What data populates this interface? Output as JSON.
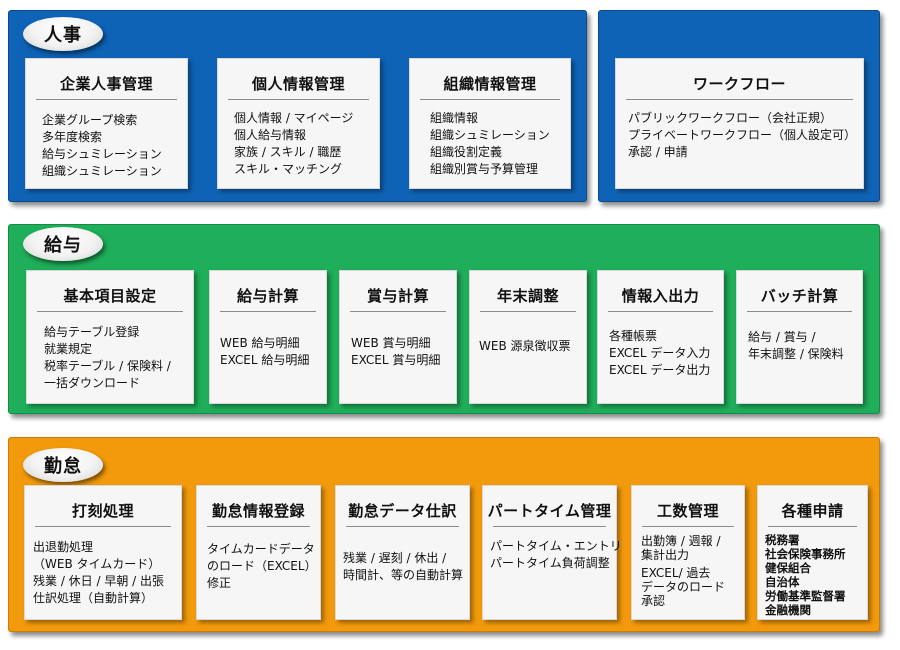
{
  "sections": {
    "hr": {
      "label": "人事",
      "cards": [
        {
          "title": "企業人事管理",
          "items": [
            "企業グループ検索",
            "多年度検索",
            "給与シュミレーション",
            "組織シュミレーション"
          ]
        },
        {
          "title": "個人情報管理",
          "items": [
            "個人情報 / マイページ",
            "個人給与情報",
            "家族 / スキル / 職歴",
            "スキル・マッチング"
          ]
        },
        {
          "title": "組織情報管理",
          "items": [
            "組織情報",
            "組織シュミレーション",
            "組織役割定義",
            "組織別賞与予算管理"
          ]
        },
        {
          "title": "ワークフロー",
          "items": [
            "パブリックワークフロー（会社正規）",
            "プライベートワークフロー（個人設定可）",
            "承認 / 申請"
          ]
        }
      ]
    },
    "payroll": {
      "label": "給与",
      "cards": [
        {
          "title": "基本項目設定",
          "items": [
            "給与テーブル登録",
            "就業規定",
            "税率テーブル / 保険料 /",
            "一括ダウンロード"
          ]
        },
        {
          "title": "給与計算",
          "items": [
            "WEB 給与明細",
            "EXCEL 給与明細"
          ]
        },
        {
          "title": "賞与計算",
          "items": [
            "WEB 賞与明細",
            "EXCEL 賞与明細"
          ]
        },
        {
          "title": "年末調整",
          "items": [
            "WEB 源泉徴収票"
          ]
        },
        {
          "title": "情報入出力",
          "items": [
            "各種帳票",
            "EXCEL データ入力",
            "EXCEL データ出力"
          ]
        },
        {
          "title": "バッチ計算",
          "items": [
            "給与 / 賞与 /",
            "年末調整 / 保険料"
          ]
        }
      ]
    },
    "attendance": {
      "label": "勤怠",
      "cards": [
        {
          "title": "打刻処理",
          "items": [
            "出退勤処理",
            "（WEB タイムカード）",
            "残業 / 休日 / 早朝 / 出張",
            "仕訳処理（自動計算）"
          ]
        },
        {
          "title": "勤怠情報登録",
          "items": [
            "タイムカードデータ",
            "のロード（EXCEL）",
            "修正"
          ]
        },
        {
          "title": "勤怠データ仕訳",
          "items": [
            "残業 / 遅刻 / 休出 /",
            "時間計、等の自動計算"
          ]
        },
        {
          "title": "パートタイム管理",
          "items": [
            "パートタイム・エントリ",
            "パートタイム負荷調整"
          ]
        },
        {
          "title": "工数管理",
          "items": [
            "出勤簿 / 週報 /",
            "集計出力",
            "EXCEL/ 過去",
            "データのロード",
            "承認"
          ]
        },
        {
          "title": "各種申請",
          "items": [
            "税務署",
            "社会保険事務所",
            "健保組合",
            "自治体",
            "労働基準監督署",
            "金融機関"
          ]
        }
      ]
    }
  }
}
